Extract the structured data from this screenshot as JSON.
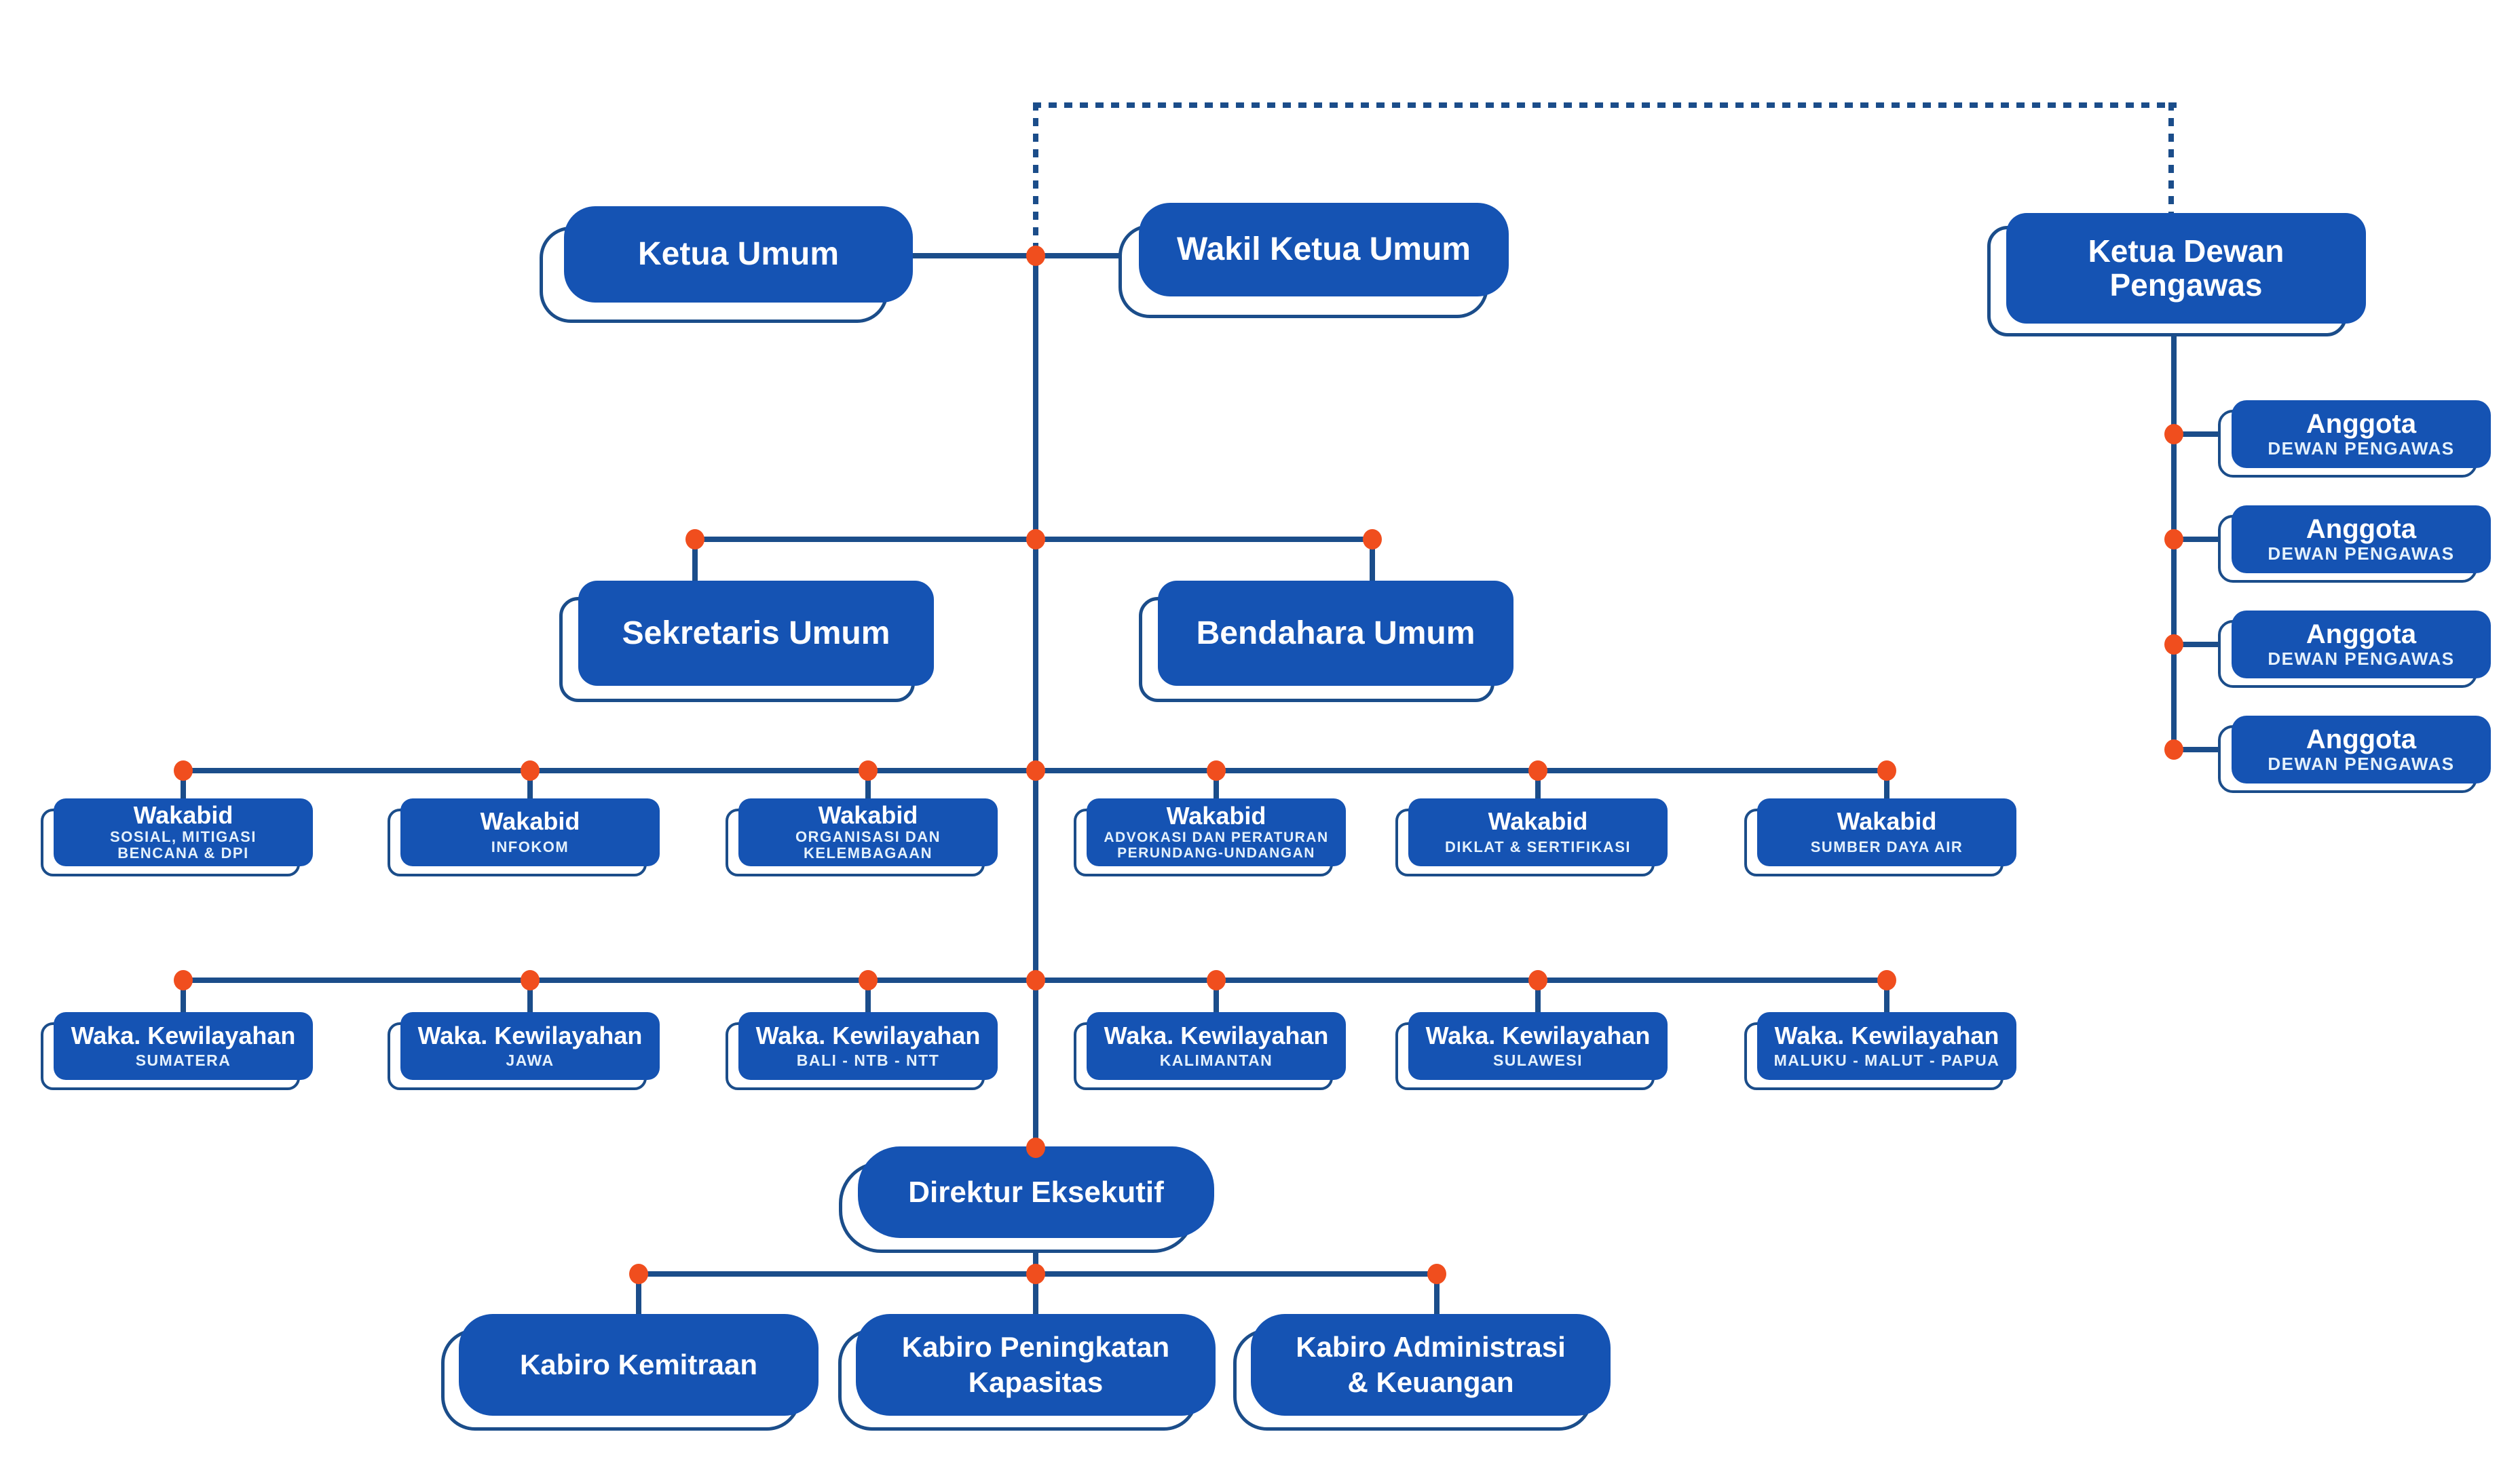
{
  "palette": {
    "box_blue": "#1553b3",
    "line_navy": "#1b4d8a",
    "dot_orange": "#f04e1e",
    "title_white": "#ffffff",
    "subtitle_white": "#e4f1fc",
    "background": "#ffffff"
  },
  "nodes": {
    "ketua_umum": {
      "title": "Ketua Umum"
    },
    "wakil_ketua_umum": {
      "title": "Wakil Ketua Umum"
    },
    "ketua_dewan_pengawas": {
      "title": "Ketua Dewan\nPengawas"
    },
    "anggota_1": {
      "title": "Anggota",
      "subtitle": "DEWAN PENGAWAS"
    },
    "anggota_2": {
      "title": "Anggota",
      "subtitle": "DEWAN PENGAWAS"
    },
    "anggota_3": {
      "title": "Anggota",
      "subtitle": "DEWAN PENGAWAS"
    },
    "anggota_4": {
      "title": "Anggota",
      "subtitle": "DEWAN PENGAWAS"
    },
    "sekretaris_umum": {
      "title": "Sekretaris Umum"
    },
    "bendahara_umum": {
      "title": "Bendahara Umum"
    },
    "wakabid_1": {
      "title": "Wakabid",
      "subtitle": "SOSIAL, MITIGASI\nBENCANA & DPI"
    },
    "wakabid_2": {
      "title": "Wakabid",
      "subtitle": "INFOKOM"
    },
    "wakabid_3": {
      "title": "Wakabid",
      "subtitle": "ORGANISASI DAN\nKELEMBAGAAN"
    },
    "wakabid_4": {
      "title": "Wakabid",
      "subtitle": "ADVOKASI DAN PERATURAN\nPERUNDANG-UNDANGAN"
    },
    "wakabid_5": {
      "title": "Wakabid",
      "subtitle": "DIKLAT & SERTIFIKASI"
    },
    "wakabid_6": {
      "title": "Wakabid",
      "subtitle": "SUMBER DAYA AIR"
    },
    "waka_1": {
      "title": "Waka. Kewilayahan",
      "subtitle": "SUMATERA"
    },
    "waka_2": {
      "title": "Waka. Kewilayahan",
      "subtitle": "JAWA"
    },
    "waka_3": {
      "title": "Waka. Kewilayahan",
      "subtitle": "BALI - NTB - NTT"
    },
    "waka_4": {
      "title": "Waka. Kewilayahan",
      "subtitle": "KALIMANTAN"
    },
    "waka_5": {
      "title": "Waka. Kewilayahan",
      "subtitle": "SULAWESI"
    },
    "waka_6": {
      "title": "Waka. Kewilayahan",
      "subtitle": "MALUKU - MALUT - PAPUA"
    },
    "direktur_eksekutif": {
      "title": "Direktur Eksekutif"
    },
    "kabiro_kemitraan": {
      "title": "Kabiro Kemitraan"
    },
    "kabiro_peningkatan": {
      "title": "Kabiro Peningkatan\nKapasitas"
    },
    "kabiro_administrasi": {
      "title": "Kabiro Administrasi\n& Keuangan"
    }
  }
}
